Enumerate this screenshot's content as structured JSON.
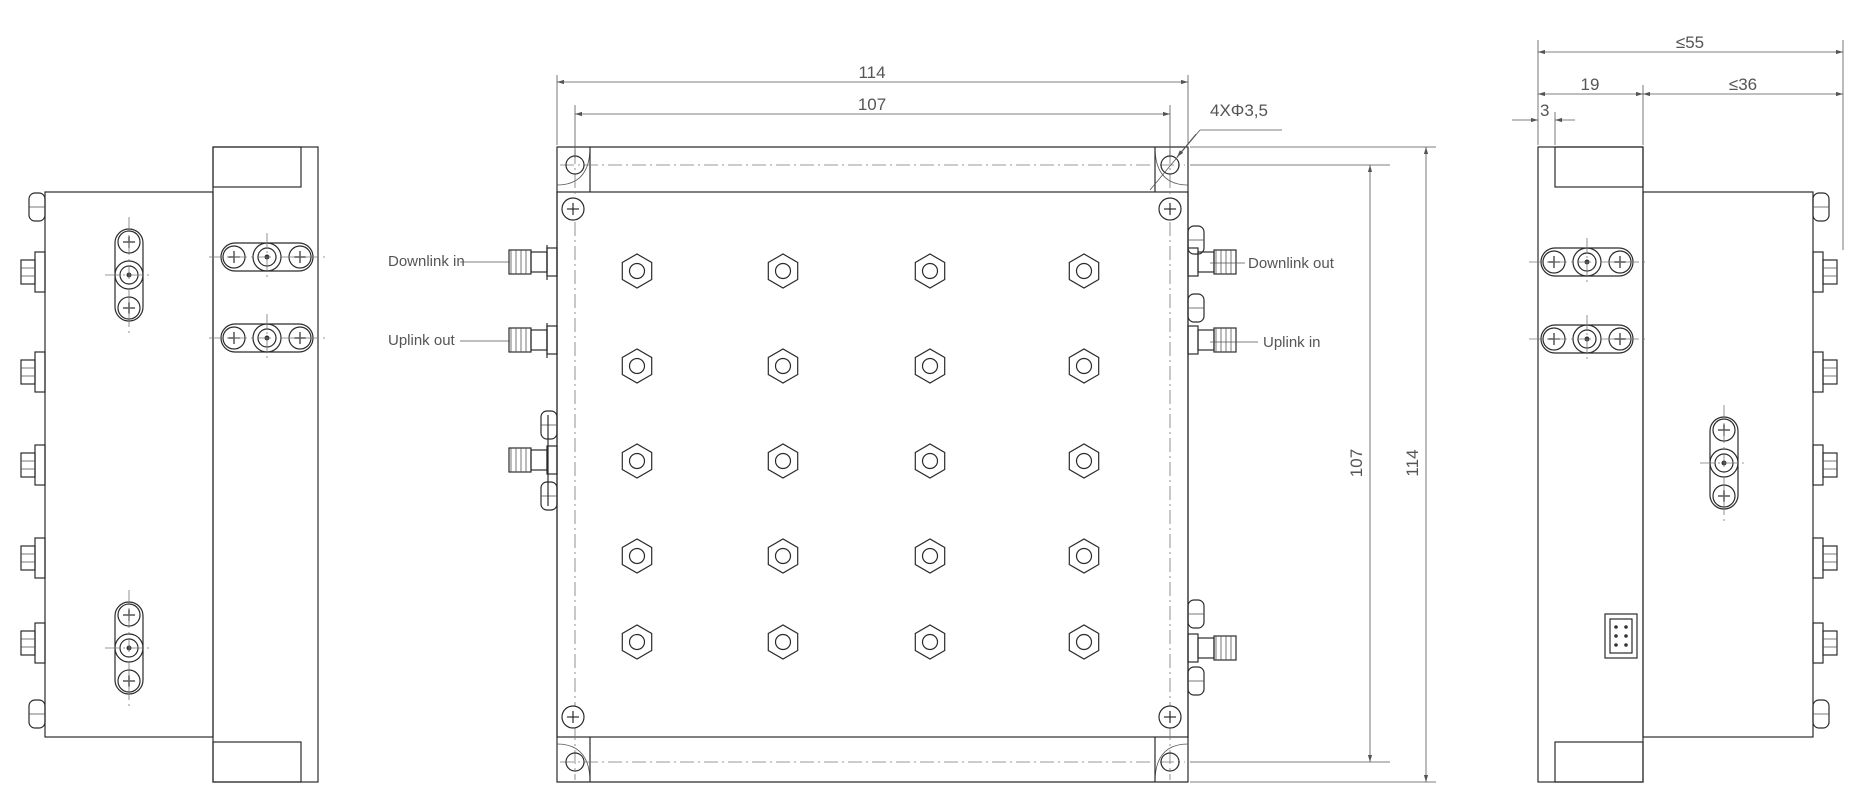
{
  "dimensions": {
    "overall_width": "114",
    "hole_pitch_width": "107",
    "holes": "4XΦ3,5",
    "overall_height": "114",
    "hole_pitch_height": "107",
    "depth_max": "≤55",
    "body_depth": "19",
    "connector_depth_max": "≤36",
    "flange": "3"
  },
  "ports": {
    "downlink_in": "Downlink in",
    "uplink_out": "Uplink out",
    "downlink_out": "Downlink out",
    "uplink_in": "Uplink in"
  }
}
